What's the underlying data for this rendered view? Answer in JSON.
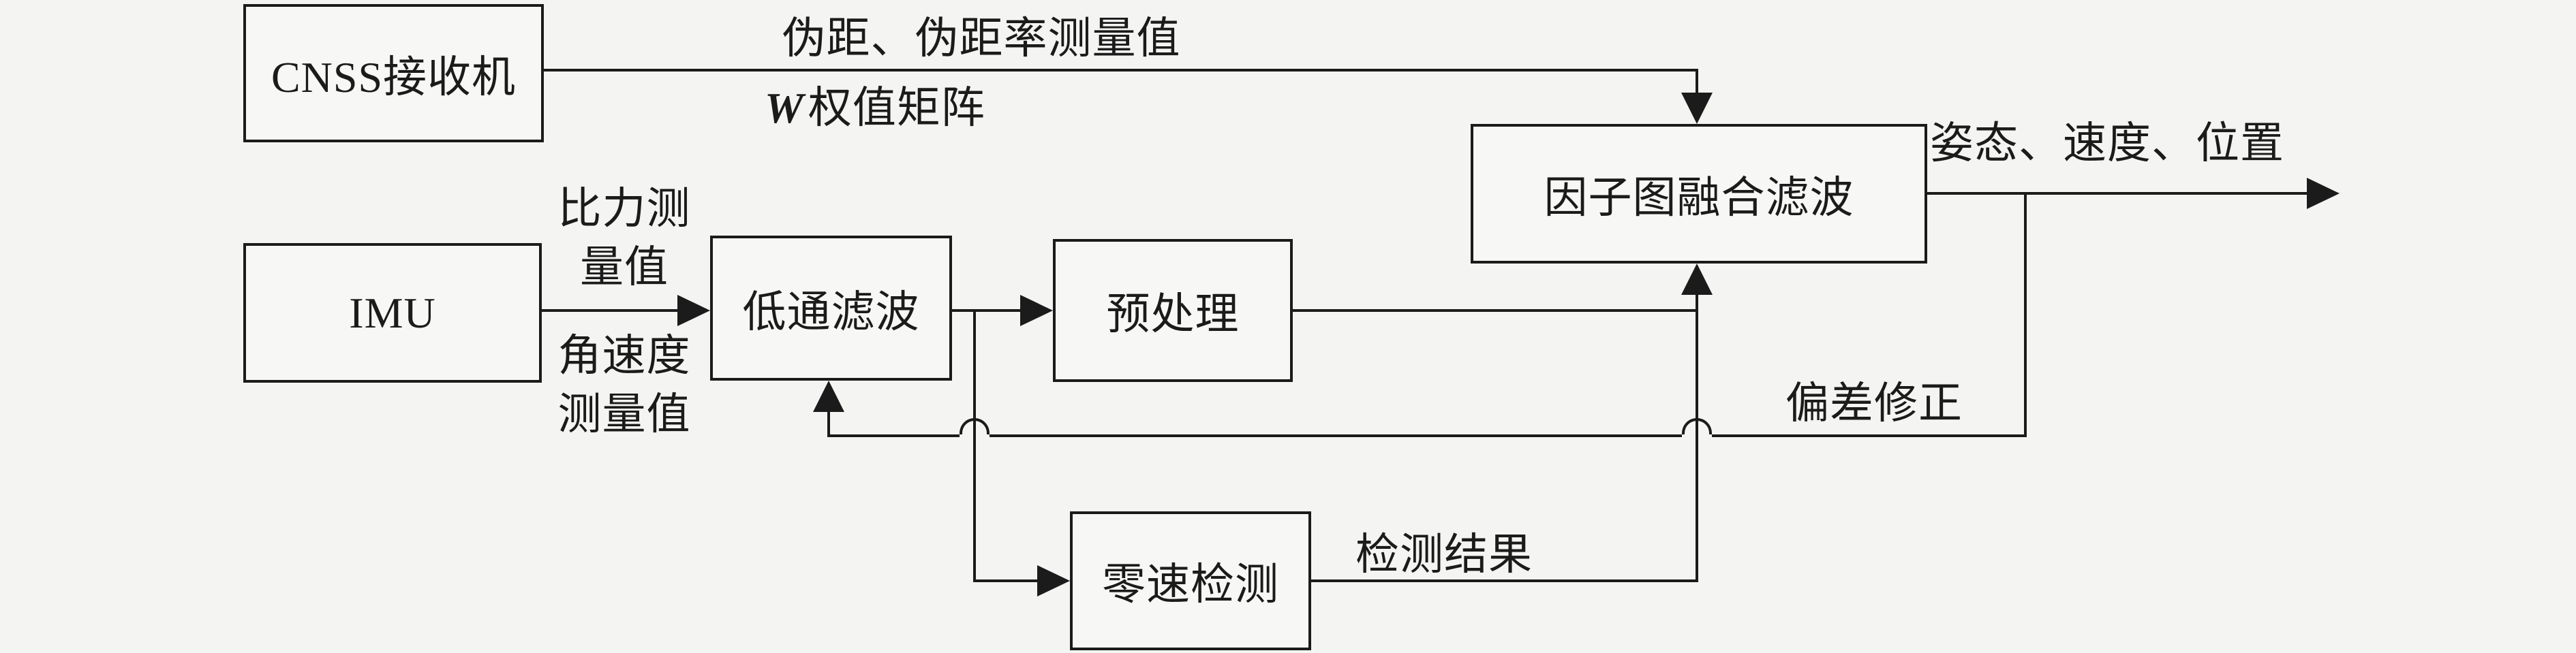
{
  "diagram": {
    "title_hint": "GNSS/IMU factor-graph fusion navigation block diagram",
    "colors": {
      "background": "#f4f4f2",
      "line": "#1b1b1b",
      "box_fill": "#f7f7f5",
      "text": "#1b1b1b"
    },
    "nodes": {
      "cnss": {
        "label": "CNSS接收机"
      },
      "imu": {
        "label": "IMU"
      },
      "lowpass": {
        "label": "低通滤波"
      },
      "preprocess": {
        "label": "预处理"
      },
      "zupt": {
        "label": "零速检测"
      },
      "fusion": {
        "label": "因子图融合滤波"
      }
    },
    "edge_labels": {
      "pseudorange": "伪距、伪距率测量值",
      "weight_matrix_prefix": "W",
      "weight_matrix_rest": "权值矩阵",
      "specific_force_line1": "比力测",
      "specific_force_line2": "量值",
      "angular_rate_line1": "角速度",
      "angular_rate_line2": "测量值",
      "detection_result": "检测结果",
      "output": "姿态、速度、位置",
      "bias_correction": "偏差修正"
    },
    "edges": [
      {
        "from": "cnss",
        "to": "fusion",
        "labels": [
          "伪距、伪距率测量值",
          "W权值矩阵"
        ]
      },
      {
        "from": "imu",
        "to": "lowpass",
        "labels": [
          "比力测量值",
          "角速度测量值"
        ]
      },
      {
        "from": "lowpass",
        "to": "preprocess",
        "labels": []
      },
      {
        "from": "lowpass",
        "to": "zupt",
        "labels": []
      },
      {
        "from": "preprocess",
        "to": "fusion",
        "labels": []
      },
      {
        "from": "zupt",
        "to": "fusion",
        "labels": [
          "检测结果"
        ]
      },
      {
        "from": "fusion",
        "to": "output",
        "labels": [
          "姿态、速度、位置"
        ]
      },
      {
        "from": "fusion",
        "to": "lowpass",
        "labels": [
          "偏差修正"
        ],
        "type": "feedback-with-line-hops"
      }
    ]
  }
}
